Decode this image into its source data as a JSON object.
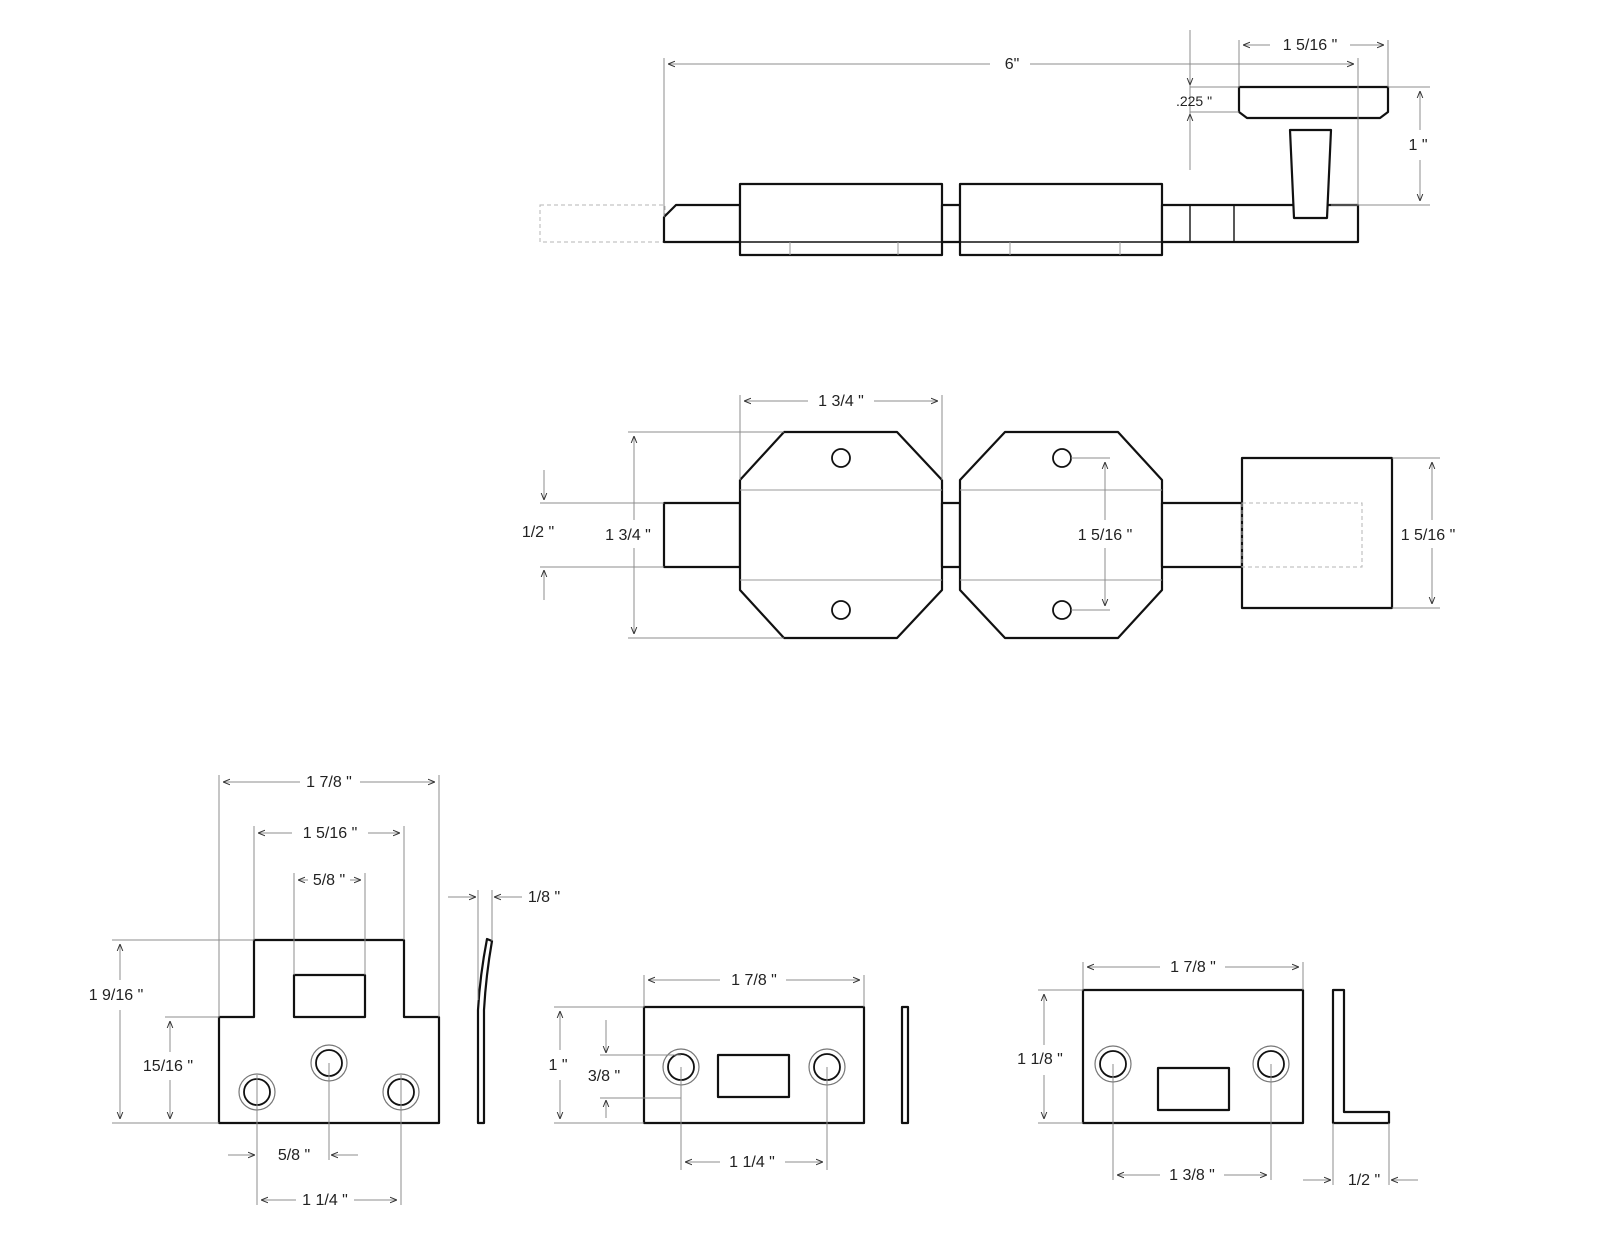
{
  "views": {
    "side": {
      "overall_length": "6\"",
      "knob_width": "1  5/16 \"",
      "knob_cap_thickness": ".225 \"",
      "knob_height": "1 \""
    },
    "top": {
      "guide_width": "1 3/4 \"",
      "guide_height": "1 3/4 \"",
      "bolt_diameter": "1/2 \"",
      "hole_spacing": "1  5/16 \"",
      "knob_size": "1  5/16 \""
    },
    "keeper_flush": {
      "overall_width": "1 7/8 \"",
      "tab_width": "1  5/16 \"",
      "slot_width": "5/8 \"",
      "thickness": "1/8 \"",
      "overall_height": "1  9/16 \"",
      "base_height": "15/16 \"",
      "hole_offset": "5/8 \"",
      "hole_spacing": "1 1/4 \""
    },
    "keeper_flat": {
      "width": "1 7/8 \"",
      "height": "1 \"",
      "hole_height": "3/8 \"",
      "hole_spacing": "1 1/4 \""
    },
    "keeper_angle": {
      "width": "1 7/8 \"",
      "height": "1 1/8 \"",
      "hole_spacing": "1 3/8 \"",
      "leg_depth": "1/2 \""
    }
  }
}
